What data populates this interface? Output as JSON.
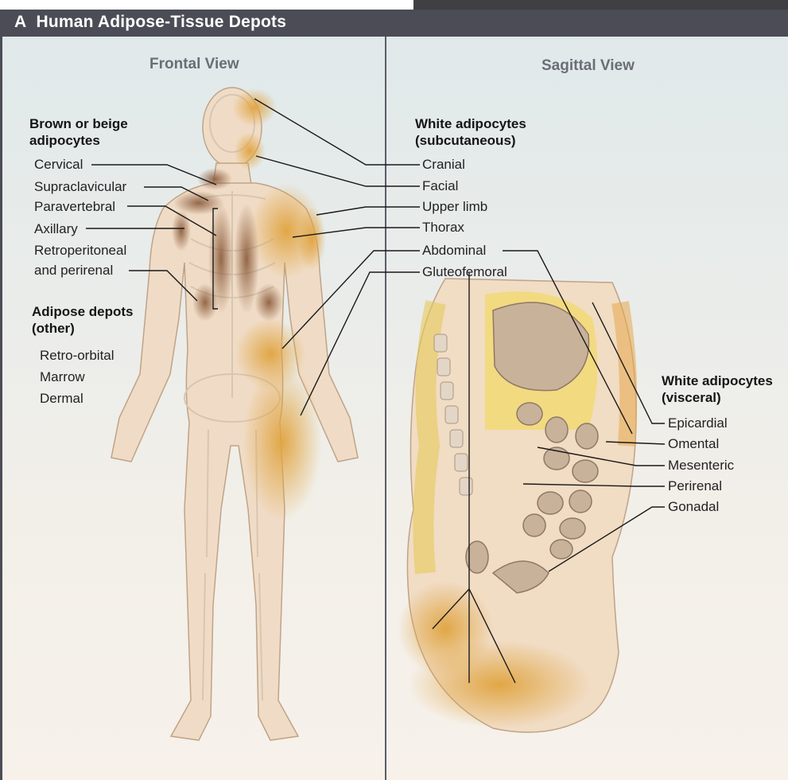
{
  "panel_label": "A",
  "title": "Human Adipose-Tissue Depots",
  "frontal": {
    "title": "Frontal View",
    "brown_heading": [
      "Brown or beige",
      "adipocytes"
    ],
    "brown_items": [
      "Cervical",
      "Supraclavicular",
      "Paravertebral",
      "Axillary",
      "Retroperitoneal",
      "and perirenal"
    ],
    "other_heading": [
      "Adipose depots",
      "(other)"
    ],
    "other_items": [
      "Retro-orbital",
      "Marrow",
      "Dermal"
    ]
  },
  "sagittal": {
    "title": "Sagittal View",
    "subq_heading": [
      "White adipocytes",
      "(subcutaneous)"
    ],
    "subq_items": [
      "Cranial",
      "Facial",
      "Upper limb",
      "Thorax",
      "Abdominal",
      "Gluteofemoral"
    ],
    "visceral_heading": [
      "White adipocytes",
      "(visceral)"
    ],
    "visceral_items": [
      "Epicardial",
      "Omental",
      "Mesenteric",
      "Perirenal",
      "Gonadal"
    ]
  },
  "colors": {
    "header_bg": "#4b4c56",
    "fat": "#e2a94a",
    "skin": "#f1dcc4",
    "visceral_fat": "#f2d94a"
  }
}
